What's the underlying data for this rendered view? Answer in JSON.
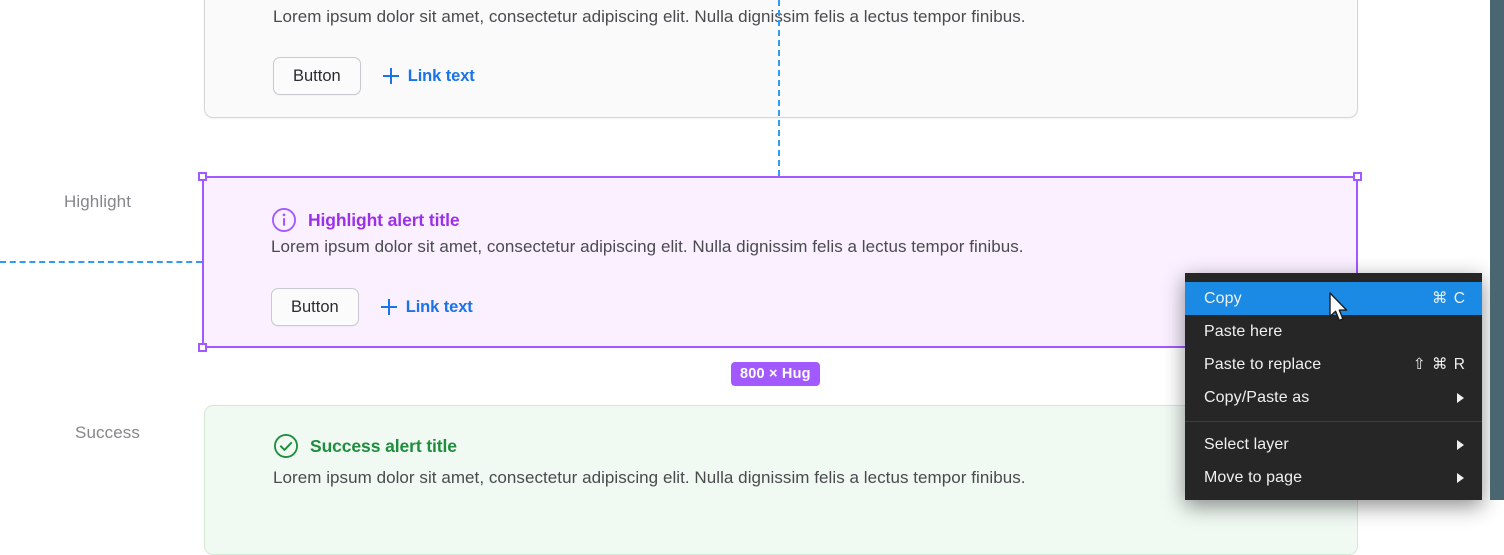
{
  "canvas": {
    "row_labels": {
      "highlight": "Highlight",
      "success": "Success"
    },
    "size_badge": "800 × Hug"
  },
  "alerts": [
    {
      "id": "neutral",
      "icon": "info-circle-icon",
      "title": "",
      "body": "Lorem ipsum dolor sit amet, consectetur adipiscing elit. Nulla dignissim felis a lectus tempor finibus.",
      "button_label": "Button",
      "link_label": "Link text",
      "accent": "#1a73e8"
    },
    {
      "id": "highlight",
      "icon": "info-circle-icon",
      "title": "Highlight alert title",
      "body": "Lorem ipsum dolor sit amet, consectetur adipiscing elit. Nulla dignissim felis a lectus tempor finibus.",
      "button_label": "Button",
      "link_label": "Link text",
      "accent": "#9b30e8"
    },
    {
      "id": "success",
      "icon": "check-circle-icon",
      "title": "Success alert title",
      "body": "Lorem ipsum dolor sit amet, consectetur adipiscing elit. Nulla dignissim felis a lectus tempor finibus.",
      "accent": "#1e8e3e"
    }
  ],
  "context_menu": {
    "items": [
      {
        "label": "Copy",
        "shortcut": "⌘ C",
        "submenu": false,
        "active": true
      },
      {
        "label": "Paste here",
        "shortcut": "",
        "submenu": false,
        "active": false
      },
      {
        "label": "Paste to replace",
        "shortcut": "⇧ ⌘ R",
        "submenu": false,
        "active": false
      },
      {
        "label": "Copy/Paste as",
        "shortcut": "",
        "submenu": true,
        "active": false
      },
      {
        "label": "Select layer",
        "shortcut": "",
        "submenu": true,
        "active": false
      },
      {
        "label": "Move to page",
        "shortcut": "",
        "submenu": true,
        "active": false
      }
    ]
  },
  "colors": {
    "selection": "#a259ff",
    "guide": "#2f9cf4",
    "menu_highlight": "#1a8ae5",
    "menu_bg": "#262626",
    "right_strip": "#4a6670"
  }
}
